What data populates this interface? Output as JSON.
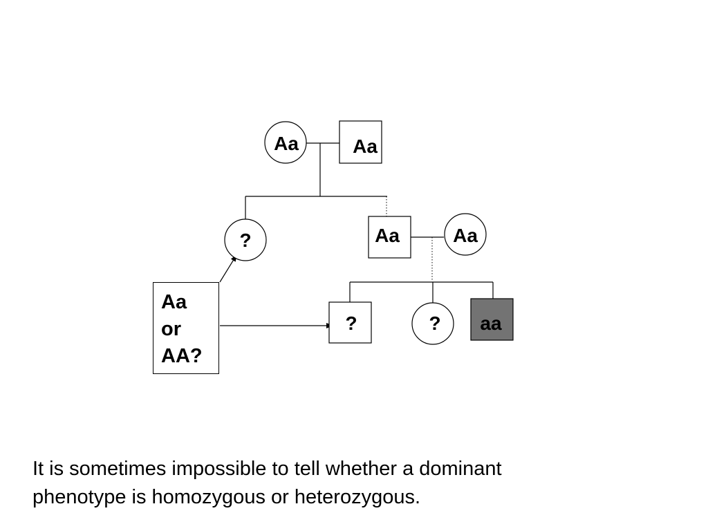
{
  "colors": {
    "line": "#000000",
    "unaffected_fill": "#ffffff",
    "affected_fill": "#737373"
  },
  "pedigree": {
    "gen1_mother": {
      "label": "Aa",
      "sex": "female",
      "affected": false
    },
    "gen1_father": {
      "label": "Aa",
      "sex": "male",
      "affected": false
    },
    "gen2_daughter": {
      "label": "?",
      "sex": "female",
      "affected": false
    },
    "gen2_son": {
      "label": "Aa",
      "sex": "male",
      "affected": false
    },
    "gen2_spouse": {
      "label": "Aa",
      "sex": "female",
      "affected": false
    },
    "gen3_son": {
      "label": "?",
      "sex": "male",
      "affected": false
    },
    "gen3_daughter": {
      "label": "?",
      "sex": "female",
      "affected": false
    },
    "gen3_affected_son": {
      "label": "aa",
      "sex": "male",
      "affected": true
    }
  },
  "question_box": {
    "line1": "Aa",
    "line2": "or",
    "line3": "AA?"
  },
  "caption": {
    "line1": "It is sometimes impossible to tell whether a dominant",
    "line2": "phenotype is homozygous or heterozygous."
  }
}
